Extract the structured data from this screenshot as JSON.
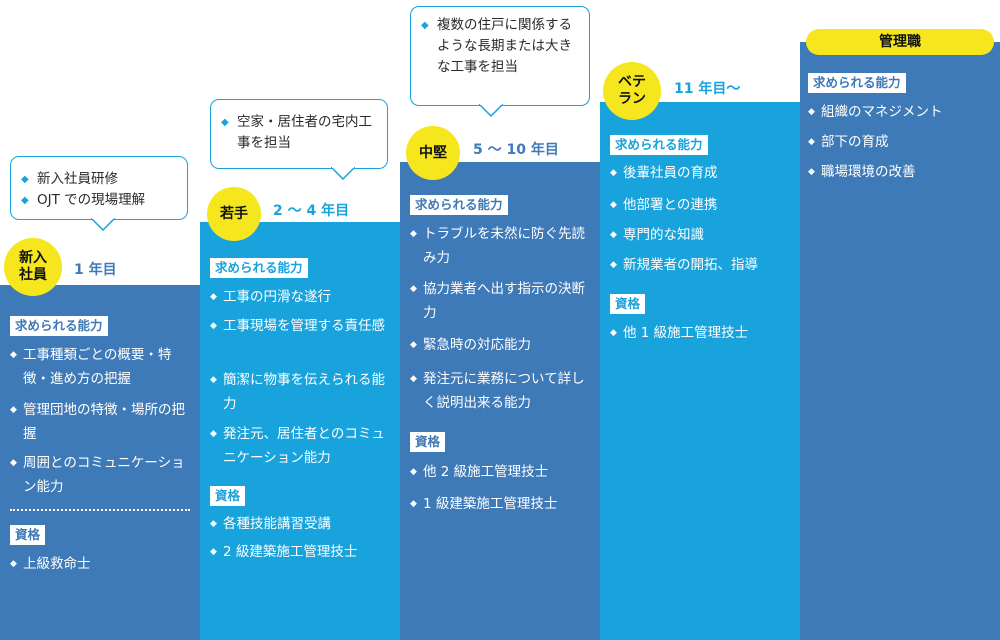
{
  "stages": [
    {
      "badge": "新入\n社員",
      "years": "1 年目",
      "ability_label": "求められる能力",
      "abilities": [
        "工事種類ごとの概要・特徴・進め方の把握",
        "管理団地の特徴・場所の把握",
        "周囲とのコミュニケーション能力"
      ],
      "qual_label": "資格",
      "quals": [
        "上級救命士"
      ],
      "bubble": [
        "新入社員研修",
        "OJT での現場理解"
      ]
    },
    {
      "badge": "若手",
      "years": "2 〜 4 年目",
      "ability_label": "求められる能力",
      "abilities": [
        "工事の円滑な遂行",
        "工事現場を管理する責任感",
        "簡潔に物事を伝えられる能力",
        "発注元、居住者とのコミュニケーション能力"
      ],
      "qual_label": "資格",
      "quals": [
        "各種技能講習受講",
        "2 級建築施工管理技士"
      ],
      "bubble": [
        "空家・居住者の宅内工事を担当"
      ]
    },
    {
      "badge": "中堅",
      "years": "5 〜 10 年目",
      "ability_label": "求められる能力",
      "abilities": [
        "トラブルを未然に防ぐ先読み力",
        "協力業者へ出す指示の決断力",
        "緊急時の対応能力",
        "発注元に業務について詳しく説明出来る能力"
      ],
      "qual_label": "資格",
      "quals": [
        "他 2 級施工管理技士",
        "1 級建築施工管理技士"
      ],
      "bubble": [
        "複数の住戸に関係するような長期または大きな工事を担当"
      ]
    },
    {
      "badge": "ベテ\nラン",
      "years": "11 年目〜",
      "ability_label": "求められる能力",
      "abilities": [
        "後輩社員の育成",
        "他部署との連携",
        "専門的な知識",
        "新規業者の開拓、指導"
      ],
      "qual_label": "資格",
      "quals": [
        "他 1 級施工管理技士"
      ]
    },
    {
      "badge": "管理職",
      "ability_label": "求められる能力",
      "abilities": [
        "組織のマネジメント",
        "部下の育成",
        "職場環境の改善"
      ]
    }
  ],
  "colors": {
    "dark_blue": "#3f7ab8",
    "light_blue": "#19a3dc",
    "yellow": "#f5e61e",
    "arrow": "#b9e1f2"
  }
}
